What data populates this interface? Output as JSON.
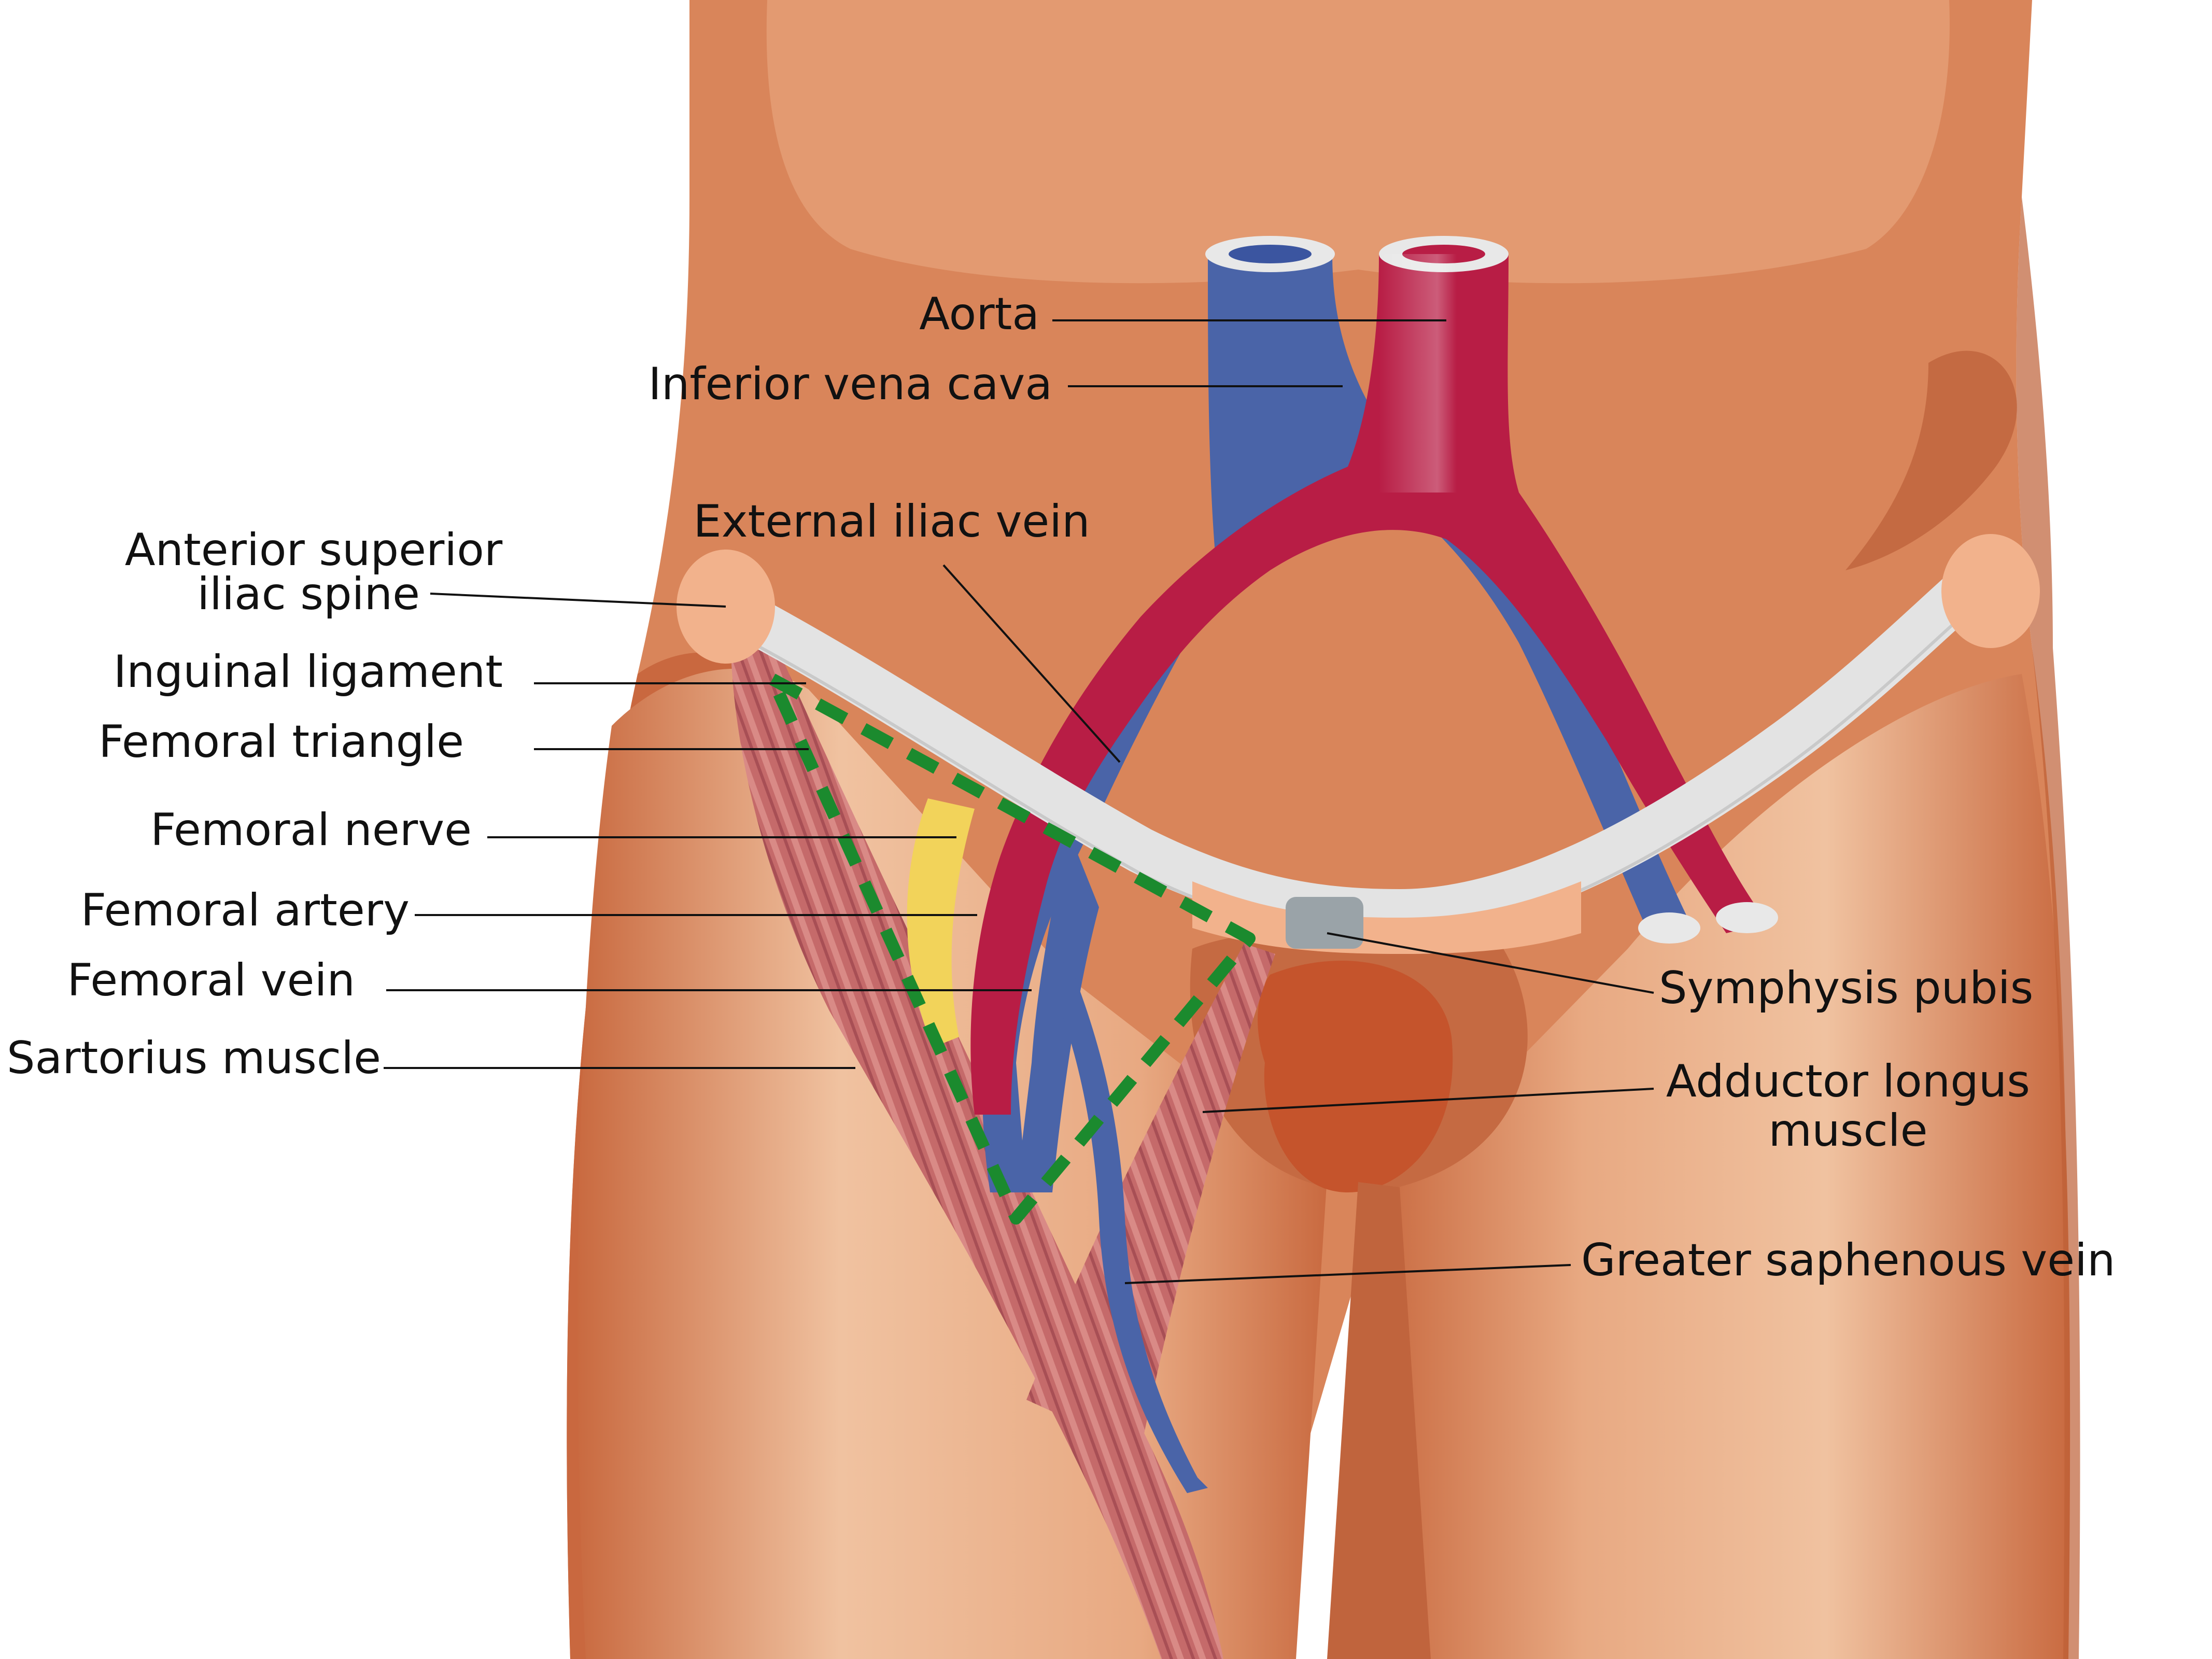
{
  "figure": {
    "labels": {
      "aorta": "Aorta",
      "inferior_vena_cava": "Inferior vena cava",
      "external_iliac_vein": "External iliac vein",
      "asis_line1": "Anterior superior",
      "asis_line2": "iliac spine",
      "inguinal_ligament": "Inguinal ligament",
      "femoral_triangle": "Femoral triangle",
      "femoral_nerve": "Femoral nerve",
      "femoral_artery": "Femoral artery",
      "femoral_vein": "Femoral vein",
      "sartorius_muscle": "Sartorius muscle",
      "symphysis_pubis": "Symphysis pubis",
      "adductor_longus_line1": "Adductor longus",
      "adductor_longus_line2": "muscle",
      "greater_saphenous_vein": "Greater saphenous vein"
    },
    "colors": {
      "skin": "#d98a5c",
      "skin_light": "#eab08a",
      "skin_dark": "#b9603a",
      "artery": "#b81d45",
      "vein": "#4a64a8",
      "muscle": "#c57070",
      "ligament": "#e3e3e3",
      "nerve": "#f2d35a",
      "pubis": "#9aa3a8",
      "triangle_outline": "#1b8a2e"
    }
  }
}
